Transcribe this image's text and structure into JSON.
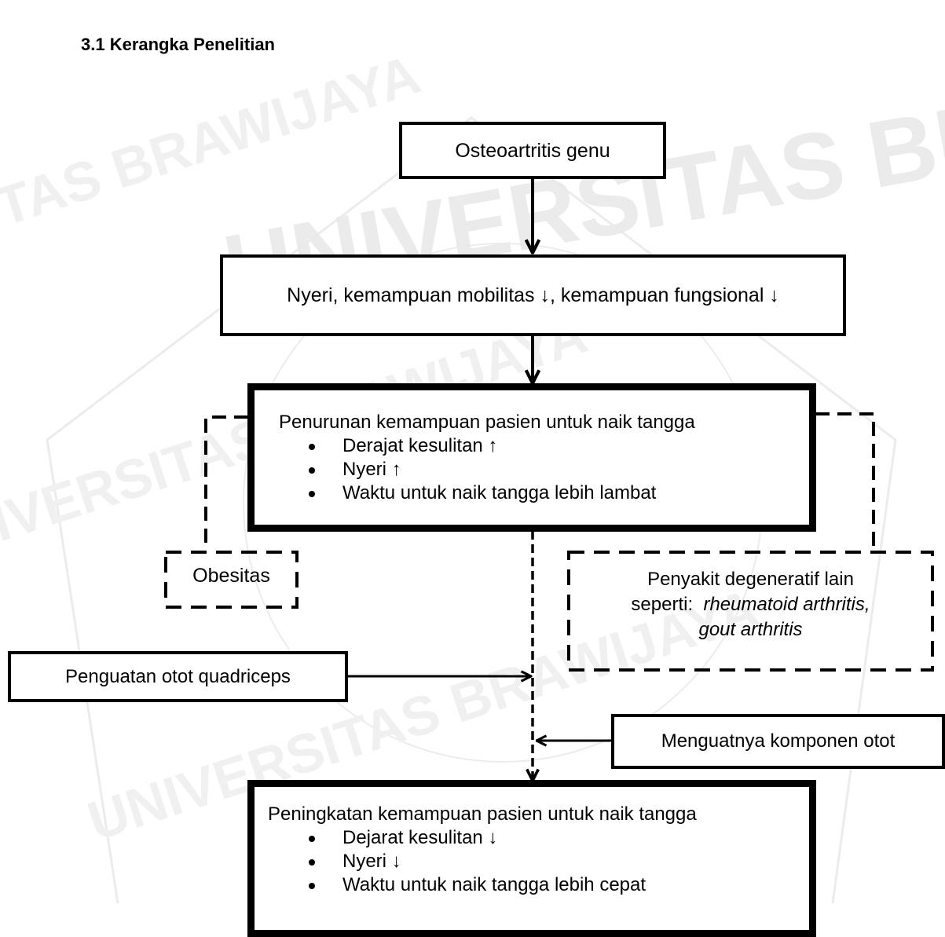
{
  "section": {
    "heading": "3.1 Kerangka Penelitian"
  },
  "watermark": {
    "lines": [
      "UNIVERSITAS BRAWIJAYA",
      "UNIVERSITAS BRAWIJAYA",
      "UNIVERSITAS BRAWIJAYA"
    ],
    "crest_text": "UNIVERSITAS BRAWIJAYA",
    "color": "#e9e9e9"
  },
  "diagram": {
    "osteoarthritis": "Osteoartritis genu",
    "symptoms": "Nyeri, kemampuan mobilitas ↓, kemampuan fungsional ↓",
    "decline": {
      "title": "Penurunan kemampuan pasien untuk naik tangga",
      "items": [
        "Derajat kesulitan ↑",
        "Nyeri ↑",
        "Waktu untuk naik tangga lebih lambat"
      ]
    },
    "obesity": "Obesitas",
    "degenerative": {
      "line1": "Penyakit degeneratif lain",
      "prefix": "seperti:",
      "italic1": "rheumatoid arthritis,",
      "italic2": "gout arthritis"
    },
    "quadriceps": "Penguatan otot quadriceps",
    "strengthening": "Menguatnya komponen otot",
    "improvement": {
      "title": "Peningkatan kemampuan pasien untuk naik tangga",
      "items": [
        "Dejarat kesulitan ↓",
        "Nyeri ↓",
        "Waktu untuk naik tangga lebih cepat"
      ]
    }
  }
}
